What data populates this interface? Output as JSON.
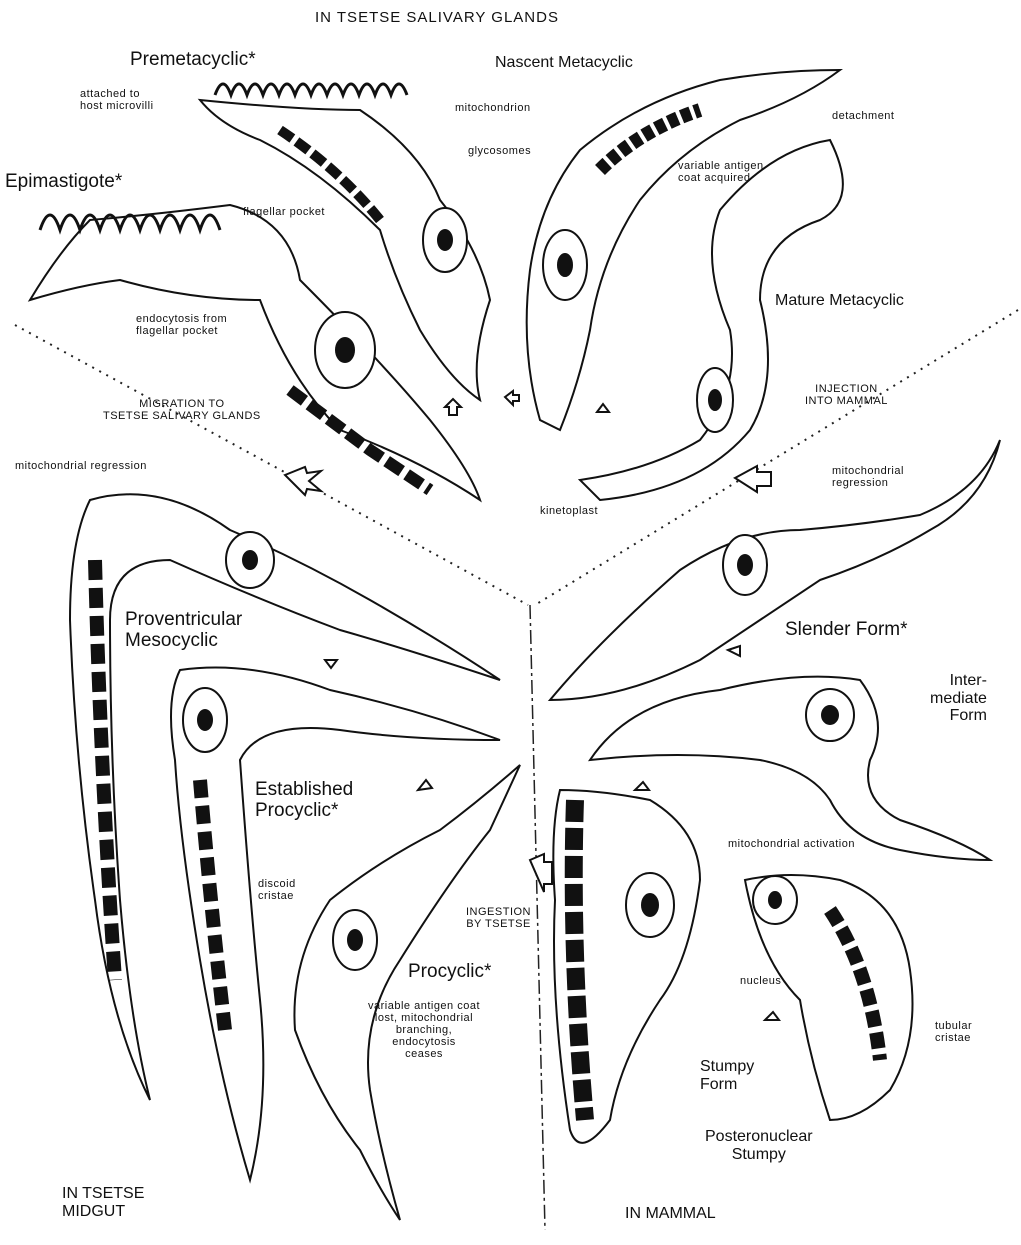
{
  "regions": {
    "salivary": "IN  TSETSE  SALIVARY  GLANDS",
    "midgut": "IN TSETSE\nMIDGUT",
    "mammal": "IN MAMMAL"
  },
  "stages": {
    "premetacyclic": "Premetacyclic*",
    "nascent_metacyclic": "Nascent Metacyclic",
    "epimastigote": "Epimastigote*",
    "mature_metacyclic": "Mature Metacyclic",
    "proventricular_mesocyclic": "Proventricular\nMesocyclic",
    "established_procyclic": "Established\nProcyclic*",
    "procyclic": "Procyclic*",
    "slender_form": "Slender Form*",
    "intermediate_form": "Inter-\nmediate\nForm",
    "stumpy_form": "Stumpy\nForm",
    "posteronuclear_stumpy": "Posteronuclear\nStumpy"
  },
  "annotations": {
    "attached_microvilli": "attached to\nhost microvilli",
    "mitochondrion": "mitochondrion",
    "glycosomes": "glycosomes",
    "detachment": "detachment",
    "variable_antigen_coat": "variable antigen\ncoat acquired",
    "flagellar_pocket": "flagellar pocket",
    "endocytosis": "endocytosis from\nflagellar pocket",
    "migration": "MIGRATION TO\nTSETSE SALIVARY GLANDS",
    "injection": "INJECTION\nINTO MAMMAL",
    "mito_regression_left": "mitochondrial regression",
    "mito_regression_right": "mitochondrial\nregression",
    "kinetoplast": "kinetoplast",
    "discoid_cristae": "discoid\ncristae",
    "ingestion": "INGESTION\nBY TSETSE",
    "procyclic_notes": "variable antigen coat\nlost, mitochondrial\nbranching,\nendocytosis\nceases",
    "mito_activation": "mitochondrial activation",
    "nucleus": "nucleus",
    "tubular_cristae": "tubular\ncristae"
  }
}
